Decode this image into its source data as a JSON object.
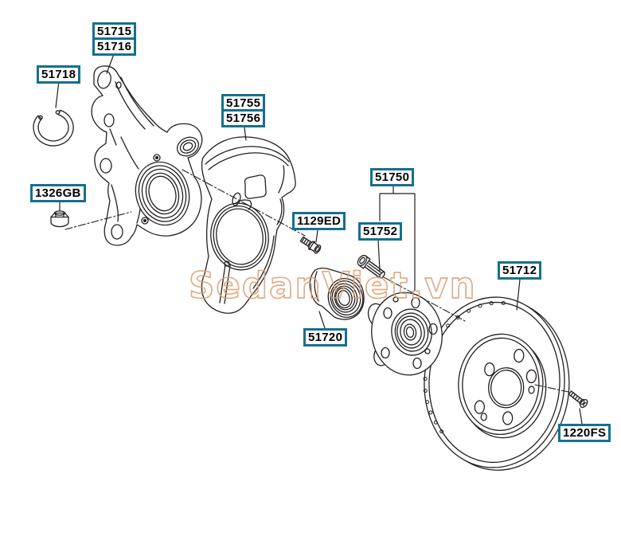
{
  "diagram": {
    "title": "Front axle knuckle, hub and brake disc exploded parts diagram",
    "watermark": "SedanViet.vn",
    "labels": {
      "knuckle_a": {
        "text": "51715"
      },
      "knuckle_b": {
        "text": "51716"
      },
      "snap_ring": {
        "text": "51718"
      },
      "flange_bolt": {
        "text": "1326GB"
      },
      "shield_a": {
        "text": "51755"
      },
      "shield_b": {
        "text": "51756"
      },
      "hub_bolt": {
        "text": "1129ED"
      },
      "hub_asm": {
        "text": "51750"
      },
      "wheel_stud": {
        "text": "51752"
      },
      "bearing": {
        "text": "51720"
      },
      "brake_disc": {
        "text": "51712"
      },
      "disc_screw": {
        "text": "1220FS"
      }
    },
    "colors": {
      "label_border": "#15708f",
      "label_text": "#000000",
      "line_art": "#231f20",
      "watermark": "#dc9f72",
      "background": "#ffffff"
    }
  }
}
